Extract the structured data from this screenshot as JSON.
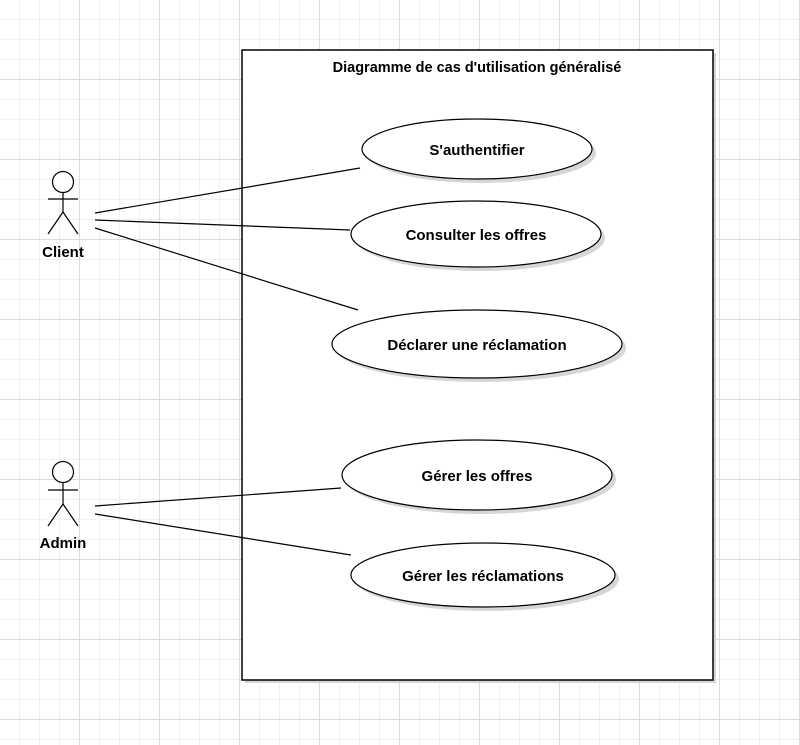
{
  "diagram": {
    "title": "Diagramme de cas d'utilisation généralisé"
  },
  "actors": [
    {
      "label": "Client"
    },
    {
      "label": "Admin"
    }
  ],
  "use_cases": [
    {
      "label": "S'authentifier"
    },
    {
      "label": "Consulter les offres"
    },
    {
      "label": "Déclarer une réclamation"
    },
    {
      "label": "Gérer les offres"
    },
    {
      "label": "Gérer les réclamations"
    }
  ],
  "associations": [
    {
      "actor": "Client",
      "use_case": "S'authentifier"
    },
    {
      "actor": "Client",
      "use_case": "Consulter les offres"
    },
    {
      "actor": "Client",
      "use_case": "Déclarer une réclamation"
    },
    {
      "actor": "Admin",
      "use_case": "Gérer les offres"
    },
    {
      "actor": "Admin",
      "use_case": "Gérer les réclamations"
    }
  ],
  "colors": {
    "stroke": "#000000",
    "fill": "#ffffff",
    "shadow": "#d6d6d6"
  }
}
